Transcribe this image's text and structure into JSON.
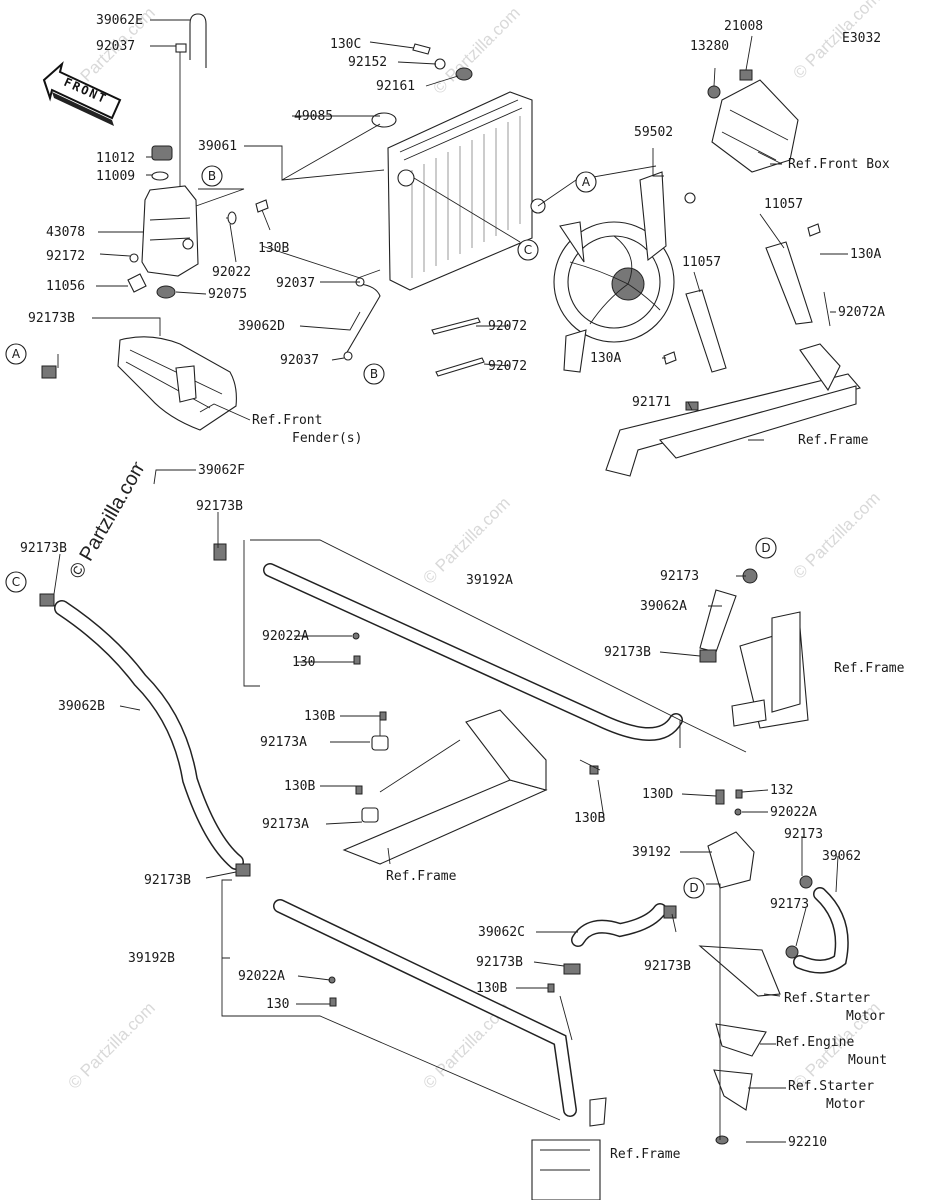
{
  "diagram_code": "E3032",
  "front_label": "FRONT",
  "copyright": "© Partzilla.com",
  "watermark_text": "© Partzilla.com",
  "callouts": {
    "a": "A",
    "b": "B",
    "c": "C",
    "d": "D"
  },
  "labels": {
    "p39062e": "39062E",
    "p92037_top": "92037",
    "p11012": "11012",
    "p11009": "11009",
    "p43078": "43078",
    "p92172": "92172",
    "p11056": "11056",
    "p92173b_a": "92173B",
    "p130c": "130C",
    "p92152": "92152",
    "p92161": "92161",
    "p39061": "39061",
    "p49085": "49085",
    "p130b_tank": "130B",
    "p92022": "92022",
    "p92075": "92075",
    "p92037_mid": "92037",
    "p39062d": "39062D",
    "p92037_low": "92037",
    "p92072_a": "92072",
    "p92072_b": "92072",
    "p13280": "13280",
    "p21008": "21008",
    "p59502": "59502",
    "p11057_a": "11057",
    "p11057_b": "11057",
    "p130a_a": "130A",
    "p130a_b": "130A",
    "p92072a": "92072A",
    "p92171": "92171",
    "p39062f": "39062F",
    "p92173b_b": "92173B",
    "p92173b_c": "92173B",
    "p39192a": "39192A",
    "p92173": "92173",
    "p39062a": "39062A",
    "p92173b_d": "92173B",
    "p92022a_a": "92022A",
    "p130_a": "130",
    "p39062b": "39062B",
    "p130b_a": "130B",
    "p92173a_a": "92173A",
    "p130b_b": "130B",
    "p92173a_b": "92173A",
    "p130b_c": "130B",
    "p130d": "130D",
    "p132": "132",
    "p92022a_b": "92022A",
    "p92173_b": "92173",
    "p39192": "39192",
    "p39062": "39062",
    "p92173_c": "92173",
    "p92173b_e": "92173B",
    "p39062c": "39062C",
    "p92173b_f": "92173B",
    "p130b_d": "130B",
    "p92173b_g": "92173B",
    "p39192b": "39192B",
    "p92022a_c": "92022A",
    "p130_b": "130",
    "p92210": "92210"
  },
  "refs": {
    "front_box": "Ref.Front Box",
    "front_fender_1": "Ref.Front",
    "front_fender_2": "Fender(s)",
    "frame_1": "Ref.Frame",
    "frame_2": "Ref.Frame",
    "frame_3": "Ref.Frame",
    "frame_4": "Ref.Frame",
    "starter_motor_1a": "Ref.Starter",
    "starter_motor_1b": "Motor",
    "engine_mount_a": "Ref.Engine",
    "engine_mount_b": "Mount",
    "starter_motor_2a": "Ref.Starter",
    "starter_motor_2b": "Motor"
  }
}
